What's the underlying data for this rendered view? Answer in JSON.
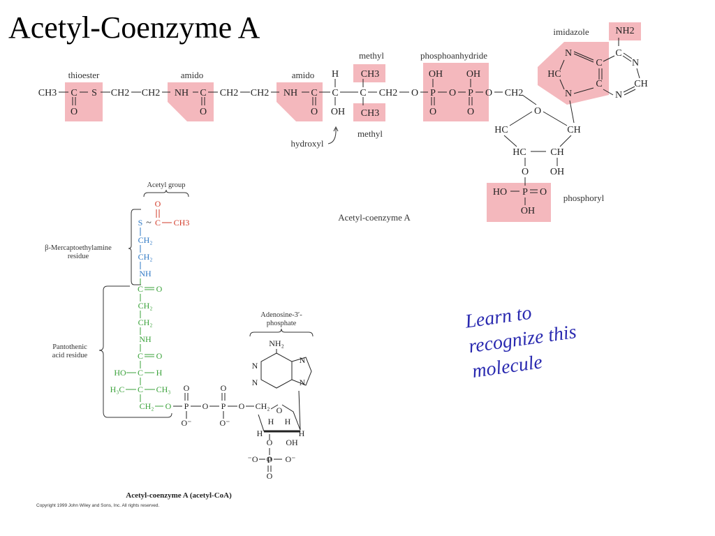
{
  "title": "Acetyl-Coenzyme A",
  "top_structure": {
    "caption": "Acetyl-coenzyme A",
    "group_labels": {
      "thioester": "thioester",
      "amido1": "amido",
      "amido2": "amido",
      "methyl_top": "methyl",
      "methyl_bottom": "methyl",
      "hydroxyl": "hydroxyl",
      "phosphoanhydride": "phosphoanhydride",
      "imidazole": "imidazole",
      "phosphoryl": "phosphoryl"
    },
    "main_chain": [
      "CH3",
      "C",
      "S",
      "CH2",
      "CH2",
      "NH",
      "C",
      "CH2",
      "CH2",
      "NH",
      "C",
      "C",
      "C",
      "CH2",
      "O",
      "P",
      "O",
      "P",
      "O",
      "CH2"
    ],
    "atoms": {
      "O": "O",
      "H": "H",
      "OH": "OH",
      "CH3": "CH3",
      "HC": "HC",
      "CH": "CH",
      "N": "N",
      "C": "C",
      "NH2": "NH2",
      "HO": "HO",
      "P": "P"
    },
    "highlight_color": "#f4b8bd"
  },
  "bottom_structure": {
    "caption": "Acetyl-coenzyme A (acetyl-CoA)",
    "brackets": {
      "acetyl_group": "Acetyl group",
      "mercapto_line1": "β-Mercaptoethylamine",
      "mercapto_line2": "residue",
      "pantothenic_line1": "Pantothenic",
      "pantothenic_line2": "acid residue",
      "adenosine_line1": "Adenosine-3′-",
      "adenosine_line2": "phosphate"
    },
    "colors": {
      "acetyl": "#d23b2a",
      "mercapto": "#2e78c4",
      "pantothenic": "#3aa23a",
      "black": "#222222"
    }
  },
  "annotation": [
    "Learn to",
    "recognize this",
    "molecule"
  ],
  "copyright": "Copyright 1999 John Wiley and Sons, Inc. All rights reserved."
}
